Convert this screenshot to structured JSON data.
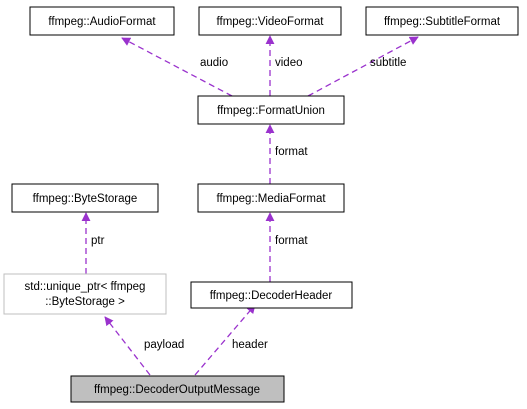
{
  "colors": {
    "edge": "#9a32cd",
    "node_border": "#000000",
    "node_border_muted": "#bfbfbf",
    "node_fill": "#ffffff",
    "focus_fill": "#bfbfbf"
  },
  "nodes": {
    "audio_format": {
      "label": "ffmpeg::AudioFormat"
    },
    "video_format": {
      "label": "ffmpeg::VideoFormat"
    },
    "subtitle_format": {
      "label": "ffmpeg::SubtitleFormat"
    },
    "format_union": {
      "label": "ffmpeg::FormatUnion"
    },
    "byte_storage": {
      "label": "ffmpeg::ByteStorage"
    },
    "media_format": {
      "label": "ffmpeg::MediaFormat"
    },
    "unique_ptr": {
      "label_line1": "std::unique_ptr< ffmpeg",
      "label_line2": "::ByteStorage >"
    },
    "decoder_header": {
      "label": "ffmpeg::DecoderHeader"
    },
    "decoder_output_message": {
      "label": "ffmpeg::DecoderOutputMessage"
    }
  },
  "edges": {
    "audio": "audio",
    "video": "video",
    "subtitle": "subtitle",
    "format_top": "format",
    "format_bottom": "format",
    "ptr": "ptr",
    "payload": "payload",
    "header": "header"
  }
}
